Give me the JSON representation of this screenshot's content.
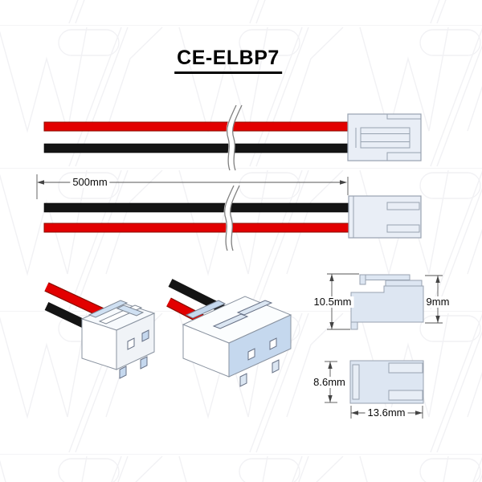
{
  "title": "CE-ELBP7",
  "dimensions": {
    "lead_length": "500mm",
    "housing_overall_height": "10.5mm",
    "housing_body_height": "9mm",
    "housing_width": "8.6mm",
    "housing_length": "13.6mm"
  },
  "parts": {
    "wire_red": "red-lead",
    "wire_black": "black-lead",
    "connector": "2-pin-connector-housing"
  },
  "colors": {
    "wire-red": "#e20000",
    "wire-red-edge": "#8a0c00",
    "wire-black": "#141414",
    "connector-fill": "#e9eef6",
    "connector-outline": "#98a2b0",
    "dim-fill": "#dde6f2",
    "dim-line": "#555555",
    "accent-blue": "#c5d8ee",
    "rail-blue": "#cfe0f2",
    "watermark": "#f1f1f4",
    "break-line": "#808080"
  }
}
